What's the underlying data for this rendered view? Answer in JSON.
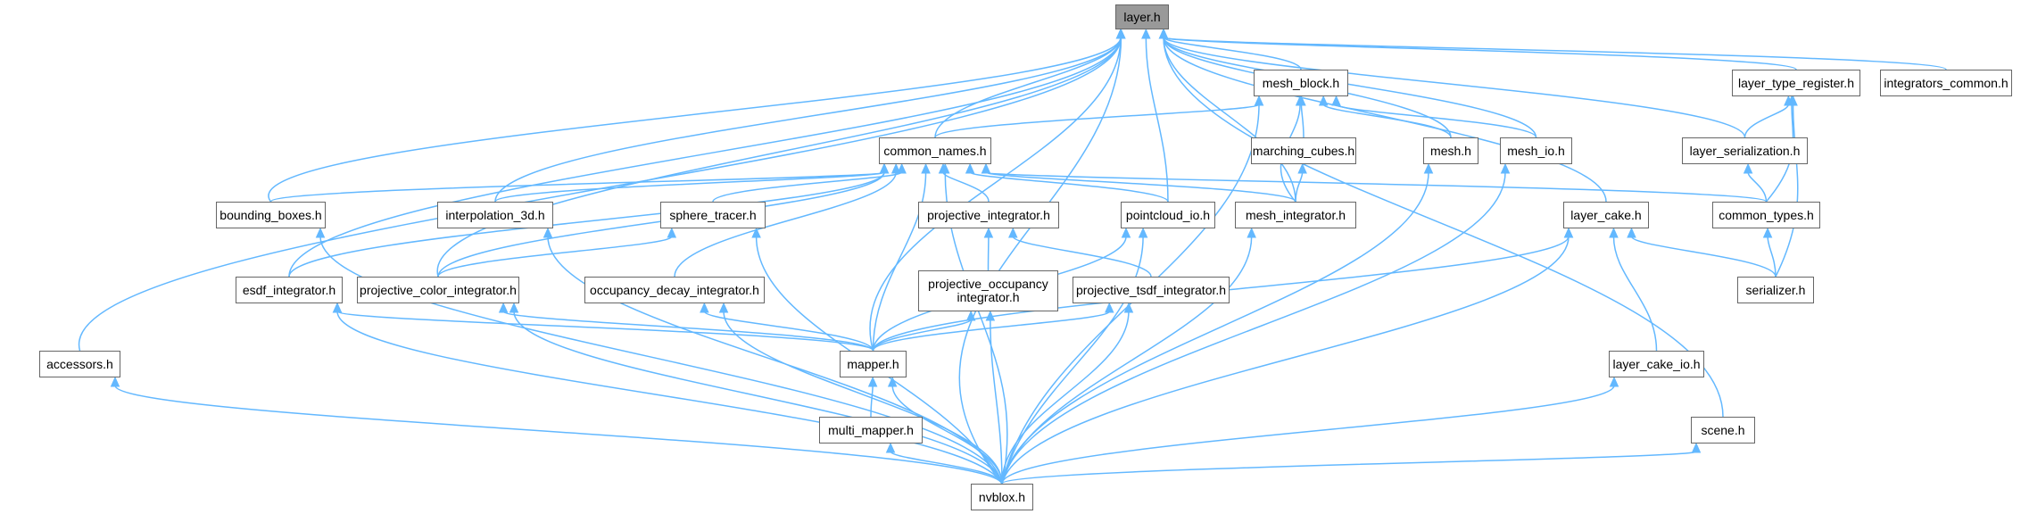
{
  "nodes": {
    "layer": "layer.h",
    "mesh_block": "mesh_block.h",
    "layer_type_register": "layer_type_register.h",
    "integrators_common": "integrators_common.h",
    "common_names": "common_names.h",
    "marching_cubes": "marching_cubes.h",
    "mesh": "mesh.h",
    "mesh_io": "mesh_io.h",
    "layer_serialization": "layer_serialization.h",
    "bounding_boxes": "bounding_boxes.h",
    "interpolation_3d": "interpolation_3d.h",
    "sphere_tracer": "sphere_tracer.h",
    "projective_integrator": "projective_integrator.h",
    "pointcloud_io": "pointcloud_io.h",
    "mesh_integrator": "mesh_integrator.h",
    "layer_cake": "layer_cake.h",
    "common_types": "common_types.h",
    "esdf_integrator": "esdf_integrator.h",
    "projective_color_integrator": "projective_color_integrator.h",
    "occupancy_decay_integrator": "occupancy_decay_integrator.h",
    "projective_occupancy_integrator": "projective_occupancy\nintegrator.h",
    "projective_tsdf_integrator": "projective_tsdf_integrator.h",
    "serializer": "serializer.h",
    "accessors": "accessors.h",
    "mapper": "mapper.h",
    "layer_cake_io": "layer_cake_io.h",
    "multi_mapper": "multi_mapper.h",
    "scene": "scene.h",
    "nvblox": "nvblox.h"
  },
  "colors": {
    "edge": "#63b8ff",
    "node_border": "#666666",
    "root_fill": "#999999"
  }
}
